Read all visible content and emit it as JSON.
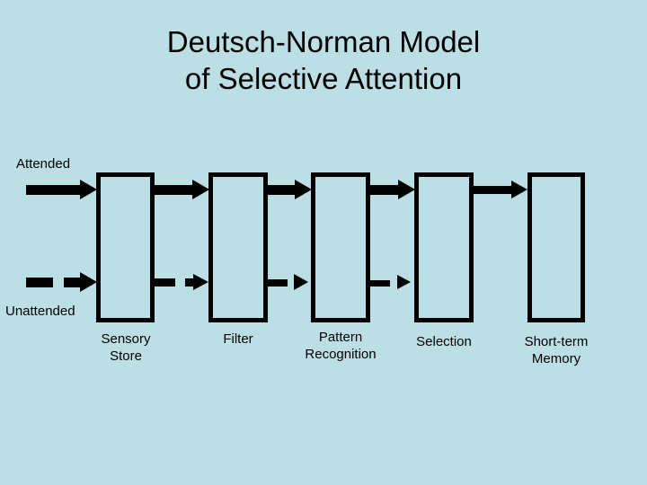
{
  "slide": {
    "background_color": "#bbdfe4",
    "ink_color": "#000000"
  },
  "title": {
    "line1": "Deutsch-Norman Model",
    "line2": "of Selective Attention"
  },
  "diagram": {
    "type": "flow-diagram",
    "stages": [
      {
        "id": "sensory-store",
        "label": "Sensory\nStore"
      },
      {
        "id": "filter",
        "label": "Filter"
      },
      {
        "id": "pattern-recognition",
        "label": "Pattern\nRecognition"
      },
      {
        "id": "selection",
        "label": "Selection"
      },
      {
        "id": "short-term-memory",
        "label": "Short-term\nMemory"
      }
    ],
    "channels": [
      {
        "id": "attended",
        "label": "Attended",
        "style": "solid"
      },
      {
        "id": "unattended",
        "label": "Unattended",
        "style": "dashed"
      }
    ]
  }
}
